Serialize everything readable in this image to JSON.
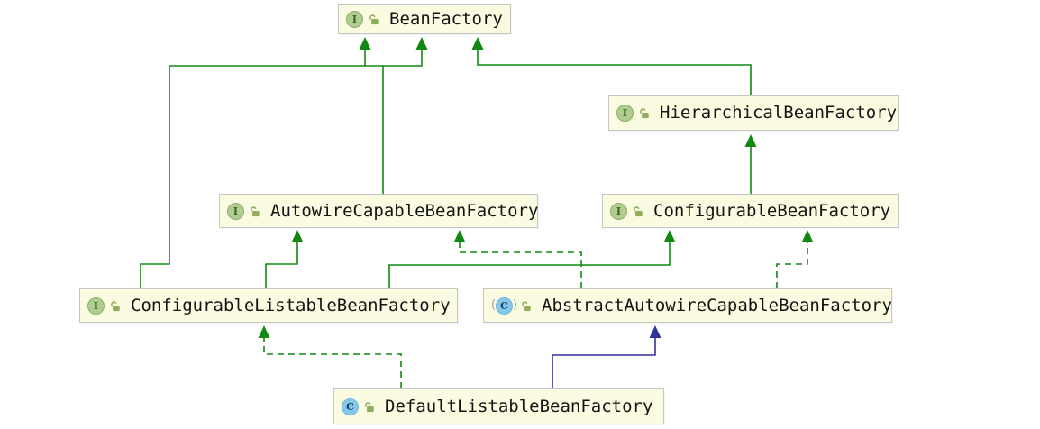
{
  "nodes": [
    {
      "label": "BeanFactory",
      "kind": "interface",
      "icon_letter": "I",
      "visibility": "public"
    },
    {
      "label": "HierarchicalBeanFactory",
      "kind": "interface",
      "icon_letter": "I",
      "visibility": "public"
    },
    {
      "label": "AutowireCapableBeanFactory",
      "kind": "interface",
      "icon_letter": "I",
      "visibility": "public"
    },
    {
      "label": "ConfigurableBeanFactory",
      "kind": "interface",
      "icon_letter": "I",
      "visibility": "public"
    },
    {
      "label": "ConfigurableListableBeanFactory",
      "kind": "interface",
      "icon_letter": "I",
      "visibility": "public"
    },
    {
      "label": "AbstractAutowireCapableBeanFactory",
      "kind": "abstract-class",
      "icon_letter": "C",
      "visibility": "public"
    },
    {
      "label": "DefaultListableBeanFactory",
      "kind": "class",
      "icon_letter": "C",
      "visibility": "public"
    }
  ],
  "edges": [
    {
      "from": "ConfigurableListableBeanFactory",
      "to": "BeanFactory",
      "relation": "extends",
      "line": "solid",
      "color": "green"
    },
    {
      "from": "AutowireCapableBeanFactory",
      "to": "BeanFactory",
      "relation": "extends",
      "line": "solid",
      "color": "green"
    },
    {
      "from": "HierarchicalBeanFactory",
      "to": "BeanFactory",
      "relation": "extends",
      "line": "solid",
      "color": "green"
    },
    {
      "from": "ConfigurableBeanFactory",
      "to": "HierarchicalBeanFactory",
      "relation": "extends",
      "line": "solid",
      "color": "green"
    },
    {
      "from": "ConfigurableListableBeanFactory",
      "to": "AutowireCapableBeanFactory",
      "relation": "extends",
      "line": "solid",
      "color": "green"
    },
    {
      "from": "ConfigurableListableBeanFactory",
      "to": "ConfigurableBeanFactory",
      "relation": "extends",
      "line": "solid",
      "color": "green"
    },
    {
      "from": "AbstractAutowireCapableBeanFactory",
      "to": "AutowireCapableBeanFactory",
      "relation": "implements",
      "line": "dashed",
      "color": "green"
    },
    {
      "from": "AbstractAutowireCapableBeanFactory",
      "to": "ConfigurableBeanFactory",
      "relation": "implements",
      "line": "dashed",
      "color": "green"
    },
    {
      "from": "DefaultListableBeanFactory",
      "to": "ConfigurableListableBeanFactory",
      "relation": "implements",
      "line": "dashed",
      "color": "green"
    },
    {
      "from": "DefaultListableBeanFactory",
      "to": "AbstractAutowireCapableBeanFactory",
      "relation": "extends",
      "line": "solid",
      "color": "blue"
    }
  ],
  "colors": {
    "canvas": "#FFFFFF",
    "node_fill": "#FBFBE1",
    "node_border": "#C6C6C2",
    "text": "#141414",
    "edge_green": "#118911",
    "edge_blue": "#32329B",
    "iface_fill": "#AECD8F",
    "iface_border": "#8BAE6B",
    "iface_letter": "#3F5A23",
    "class_fill": "#85C8EA",
    "class_border": "#6FB4DA",
    "class_letter": "#14425E",
    "abstract_paren": "#9AA0A6",
    "lock_color": "#90AC5F"
  }
}
